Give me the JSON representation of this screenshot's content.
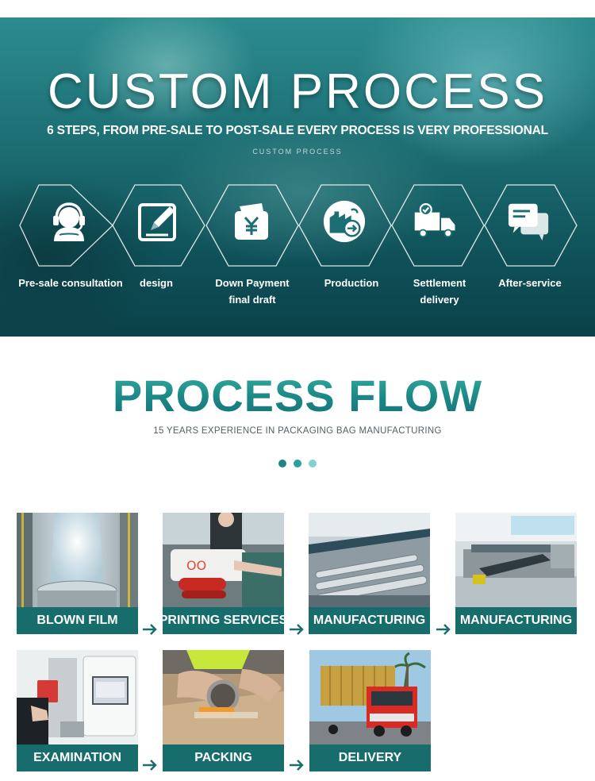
{
  "hero": {
    "title": "CUSTOM PROCESS",
    "subtitle": "6 STEPS, FROM PRE-SALE TO POST-SALE EVERY PROCESS IS VERY PROFESSIONAL",
    "small": "CUSTOM PROCESS",
    "steps": [
      {
        "label_line1": "Pre-sale consultation",
        "label_line2": "",
        "icon": "headset-agent-icon"
      },
      {
        "label_line1": "design",
        "label_line2": "",
        "icon": "pencil-edit-icon"
      },
      {
        "label_line1": "Down Payment",
        "label_line2": "final draft",
        "icon": "wallet-yen-icon"
      },
      {
        "label_line1": "Production",
        "label_line2": "",
        "icon": "factory-arrow-icon"
      },
      {
        "label_line1": "Settlement",
        "label_line2": "delivery",
        "icon": "delivery-truck-icon"
      },
      {
        "label_line1": "After-service",
        "label_line2": "",
        "icon": "chat-bubbles-icon"
      }
    ]
  },
  "flow": {
    "title": "PROCESS FLOW",
    "subtitle": "15 YEARS EXPERIENCE IN PACKAGING BAG MANUFACTURING",
    "dot_colors": [
      "#1f8584",
      "#2aa0a0",
      "#7fd2d0"
    ],
    "cards": [
      {
        "label": "BLOWN FILM"
      },
      {
        "label": "PRINTING SERVICES"
      },
      {
        "label": "MANUFACTURING"
      },
      {
        "label": "MANUFACTURING"
      },
      {
        "label": "EXAMINATION"
      },
      {
        "label": "PACKING"
      },
      {
        "label": "DELIVERY"
      }
    ]
  },
  "colors": {
    "label_bg": "#166d6c",
    "arrow": "#1b6e6d",
    "title_teal": "#1f8b86"
  }
}
